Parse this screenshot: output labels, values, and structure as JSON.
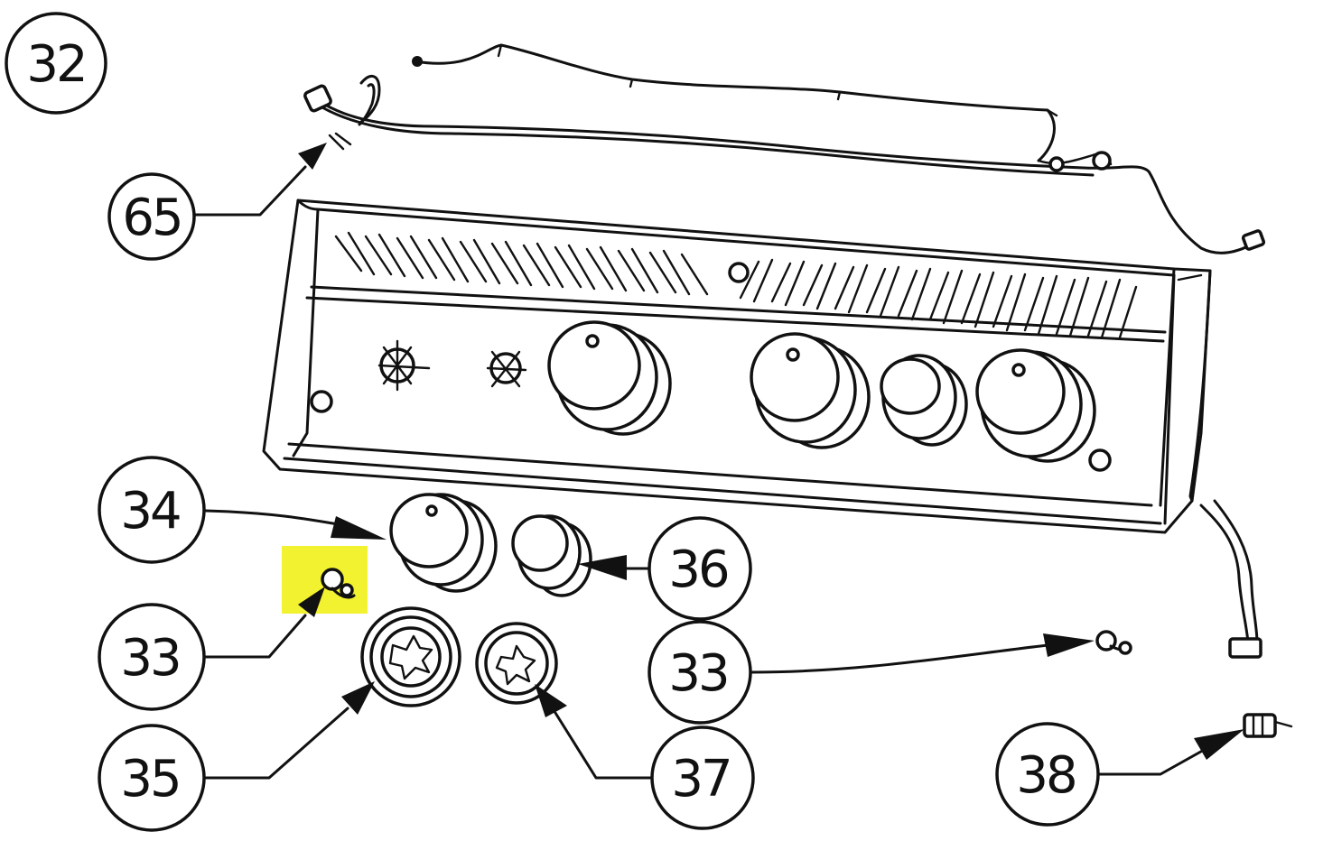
{
  "diagram": {
    "highlight_color": "#f2f230",
    "ink_color": "#111111",
    "callouts": {
      "c32": "32",
      "c65": "65",
      "c34": "34",
      "c33a": "33",
      "c35": "35",
      "c36": "36",
      "c33b": "33",
      "c37": "37",
      "c38": "38"
    }
  }
}
